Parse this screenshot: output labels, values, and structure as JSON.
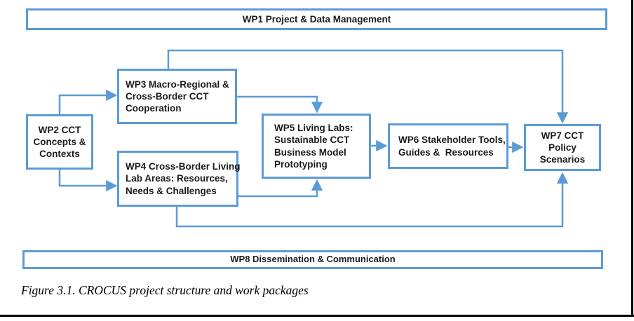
{
  "diagram": {
    "accent_color": "#5B9BD5",
    "wp1": {
      "label": "WP1 Project & Data Management"
    },
    "wp2": {
      "label": "WP2 CCT\nConcepts &\nContexts"
    },
    "wp3": {
      "label": "WP3 Macro-Regional &\nCross-Border CCT\nCooperation"
    },
    "wp4": {
      "label": "WP4 Cross-Border Living\nLab Areas: Resources,\nNeeds & Challenges"
    },
    "wp5": {
      "label": "WP5 Living Labs:\nSustainable CCT\nBusiness Model\nPrototyping"
    },
    "wp6": {
      "label": "WP6 Stakeholder Tools,\nGuides &  Resources"
    },
    "wp7": {
      "label": "WP7 CCT\nPolicy\nScenarios"
    },
    "wp8": {
      "label": "WP8 Dissemination & Communication"
    }
  },
  "caption": "Figure 3.1. CROCUS project structure and work packages"
}
